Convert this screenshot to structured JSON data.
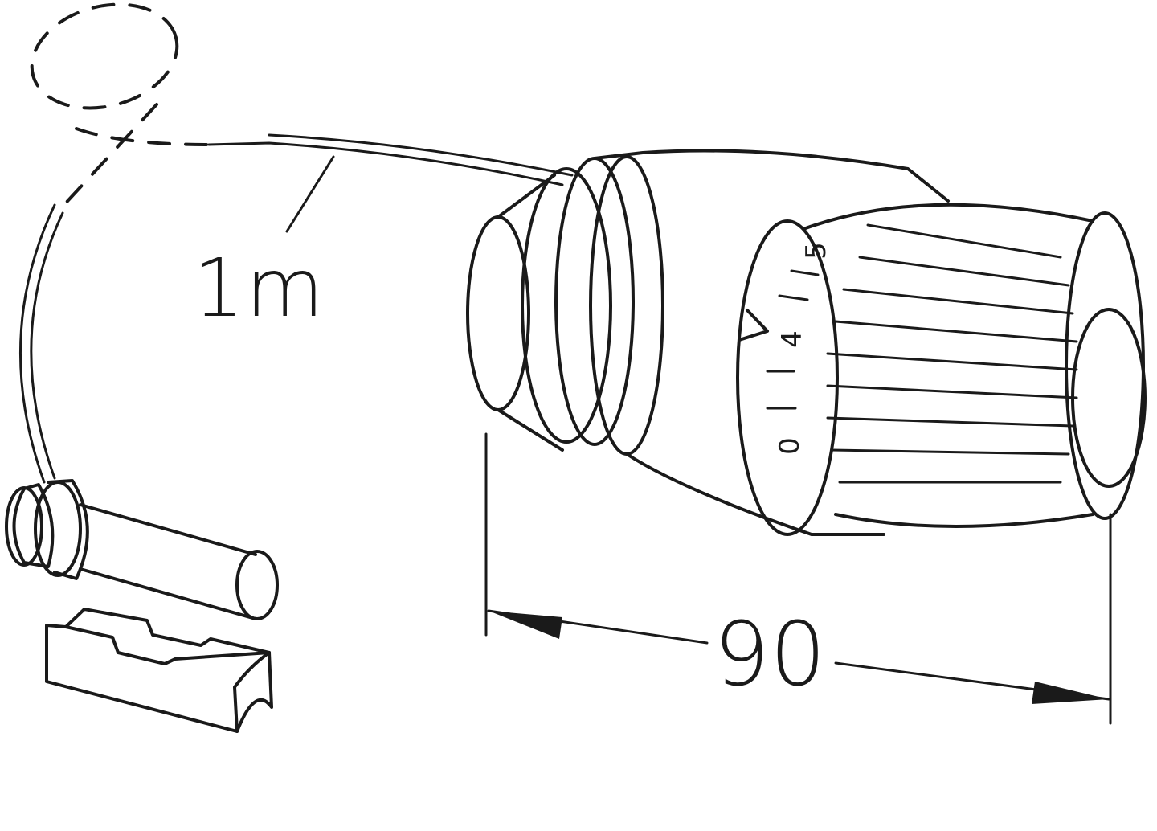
{
  "diagram": {
    "title": "Thermostatic radiator head with remote sensor",
    "labels": {
      "capillary_length": "1m",
      "overall_dimension": "90"
    },
    "dial": {
      "marks": [
        "5",
        "4",
        "0"
      ],
      "pointer": "arrow"
    },
    "components": [
      "remote-sensor",
      "sensor-clip",
      "capillary-tube",
      "thermostatic-head",
      "adjustment-knob",
      "dimension-line"
    ],
    "colors": {
      "line": "#1a1a1a",
      "background": "#ffffff"
    }
  }
}
